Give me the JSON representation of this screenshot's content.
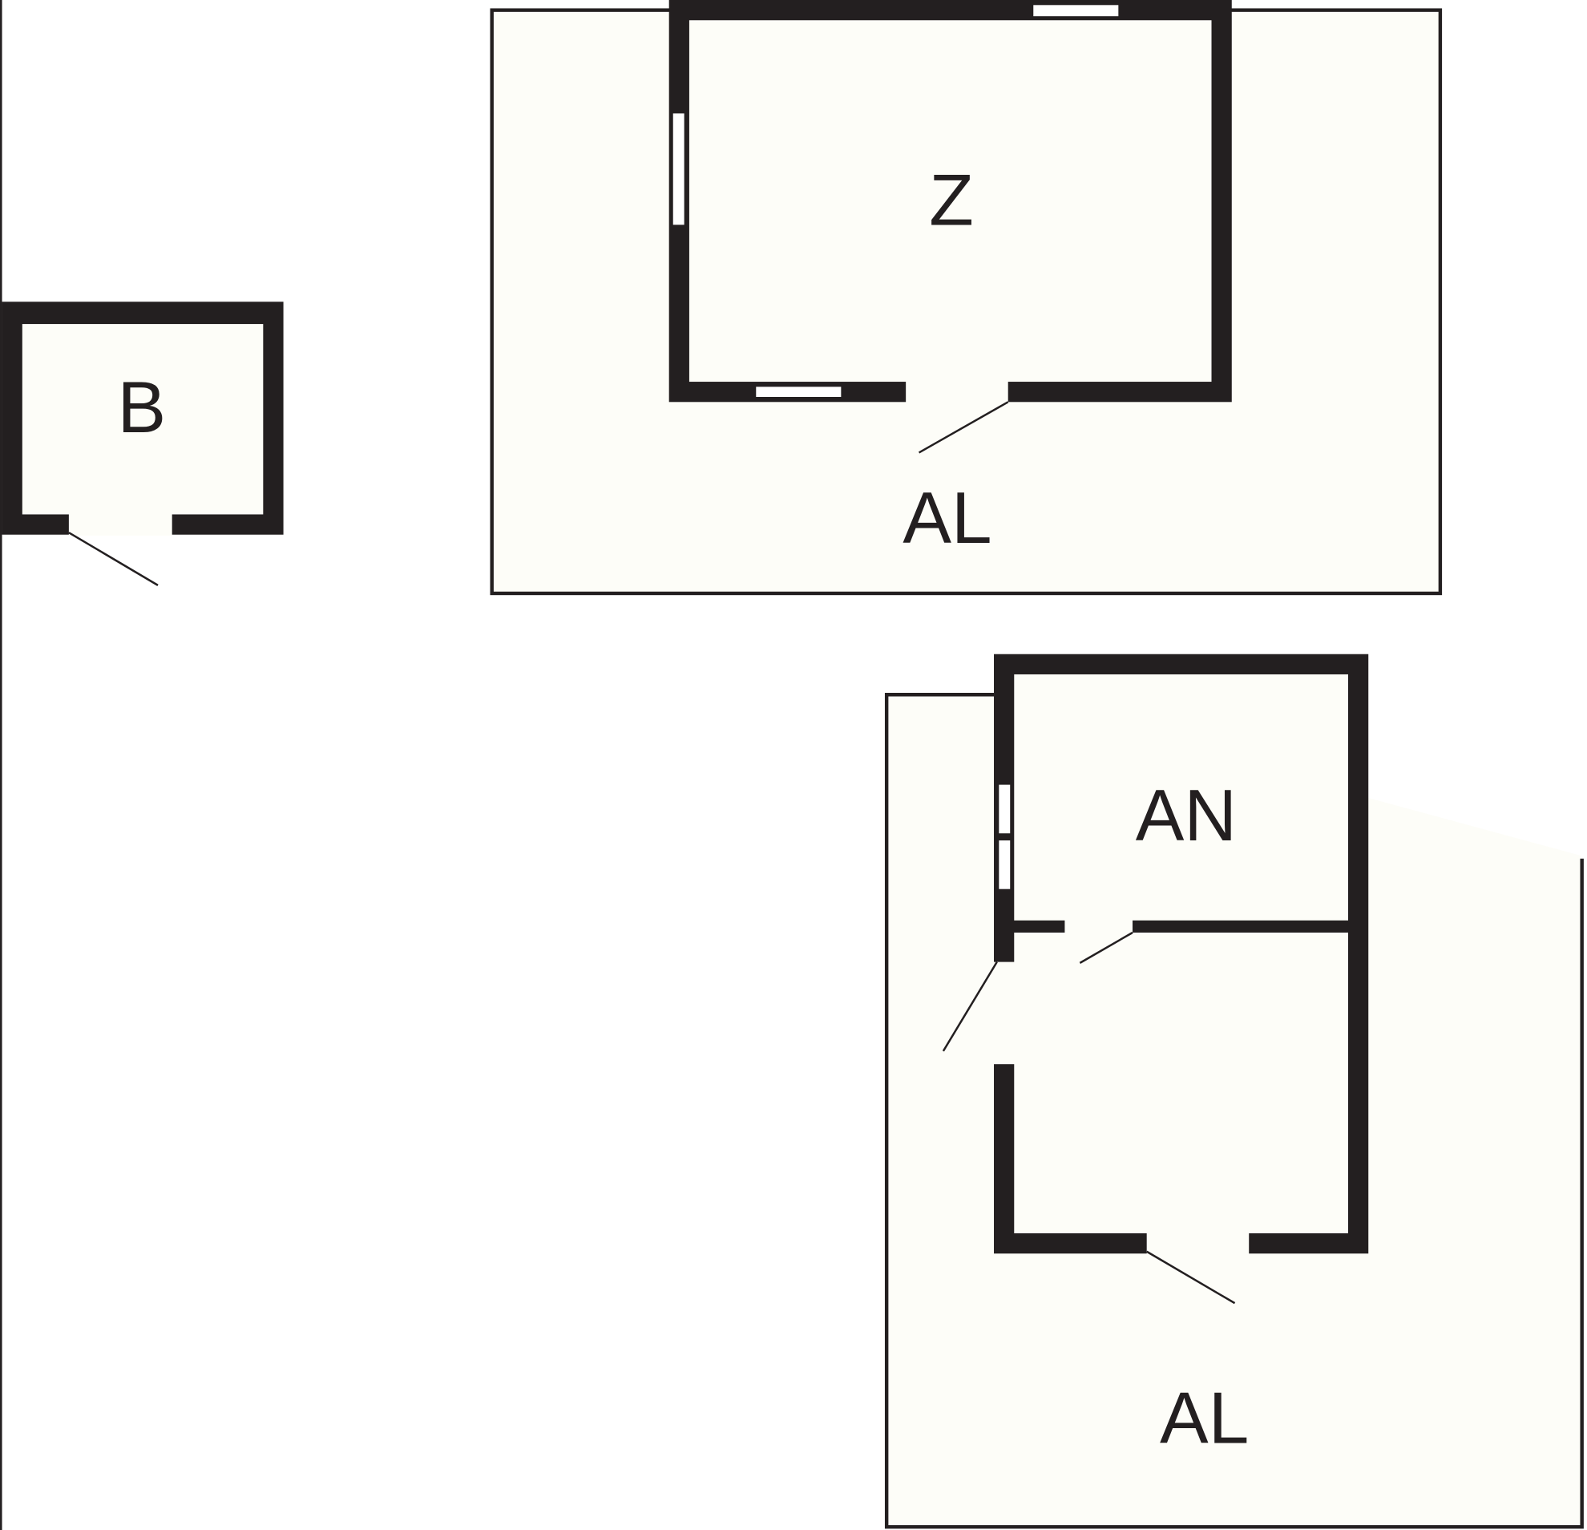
{
  "plan": {
    "rooms": {
      "b": {
        "label": "B"
      },
      "z": {
        "label": "Z"
      },
      "al_top": {
        "label": "AL"
      },
      "an": {
        "label": "AN"
      },
      "al_bottom": {
        "label": "AL"
      }
    },
    "colors": {
      "wall": "#231f20",
      "floor": "#fdfdf8",
      "background": "#ffffff"
    }
  }
}
